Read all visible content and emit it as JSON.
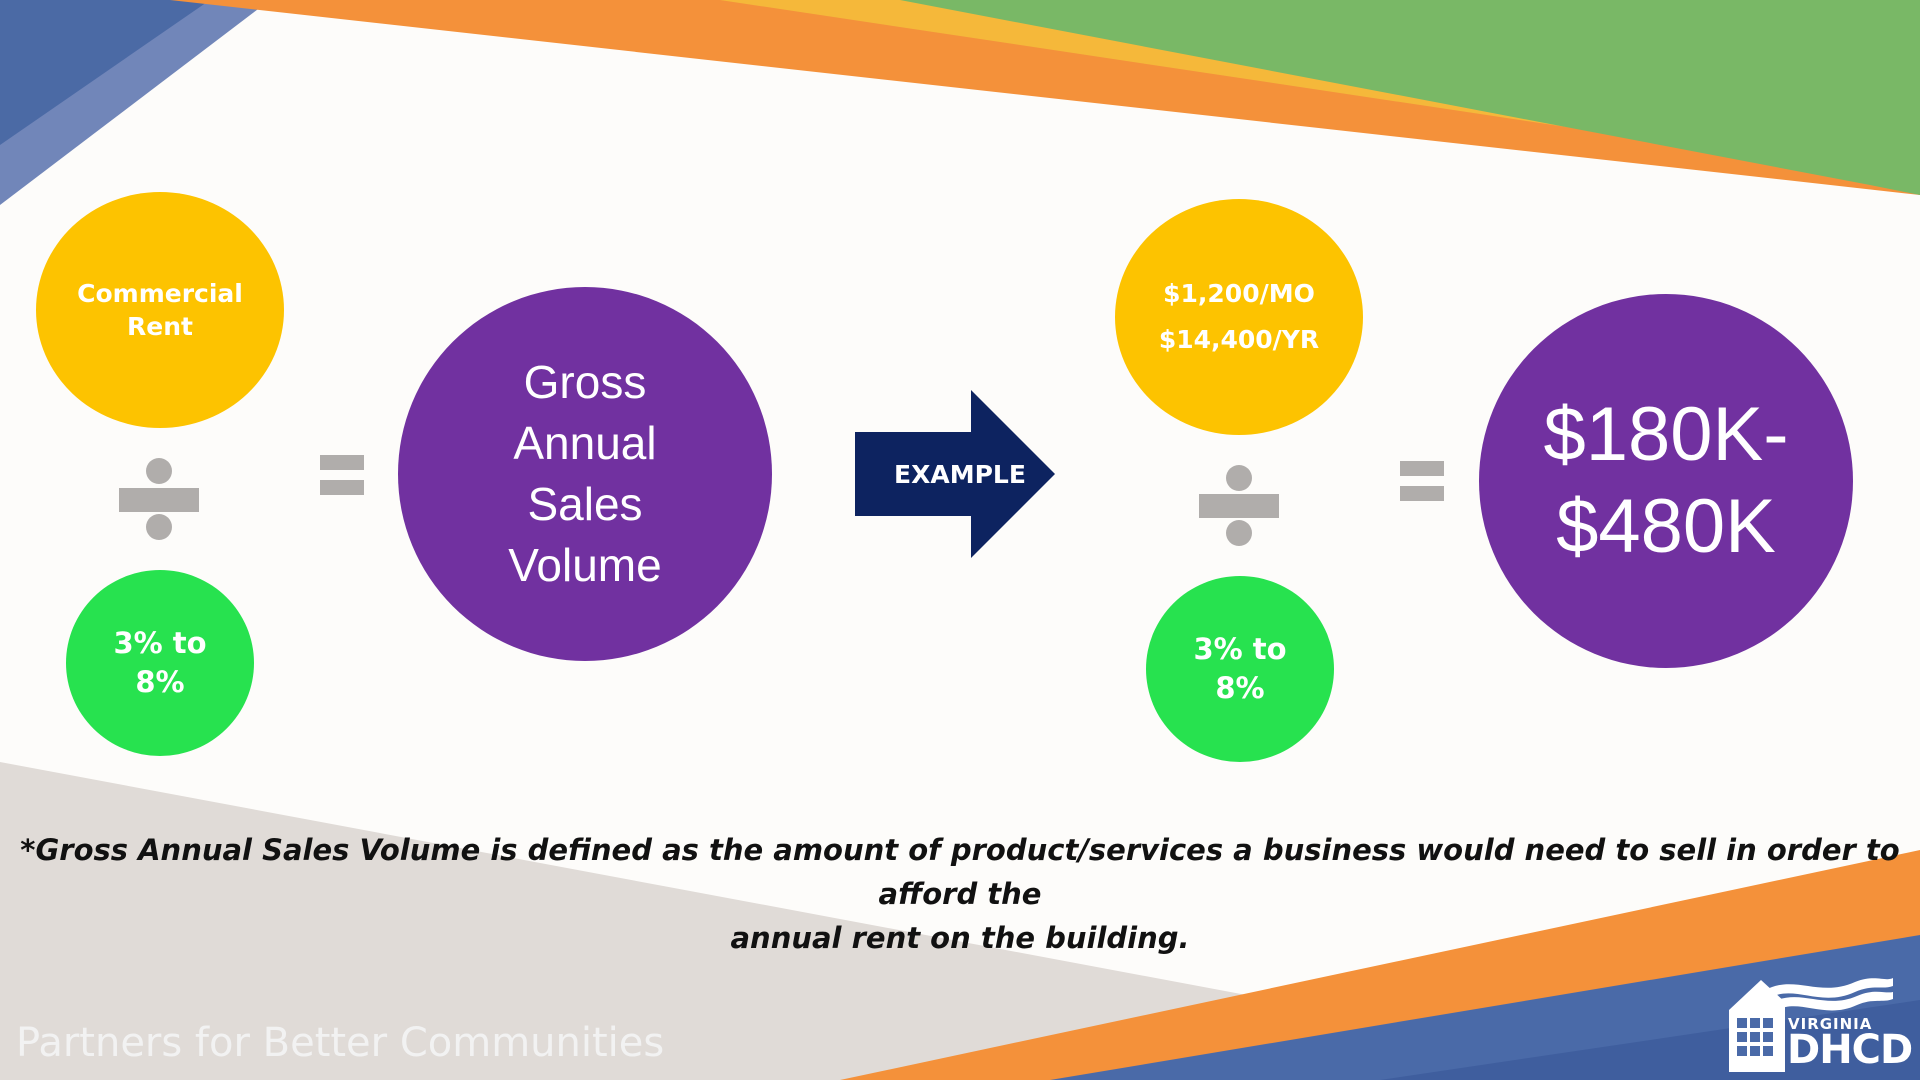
{
  "formula": {
    "rent_label": "Commercial Rent",
    "rent_line1": "Commercial",
    "rent_line2": "Rent",
    "percent_line1": "3% to",
    "percent_line2": "8%",
    "gross_line1": "Gross",
    "gross_line2": "Annual",
    "gross_line3": "Sales",
    "gross_line4": "Volume"
  },
  "arrow": {
    "label": "EXAMPLE"
  },
  "example": {
    "monthly": "$1,200/MO",
    "yearly": "$14,400/YR",
    "percent_line1": "3% to",
    "percent_line2": "8%",
    "result_line1": "$180K-",
    "result_line2": "$480K"
  },
  "footnote": {
    "line1": "*Gross Annual Sales Volume is defined as the amount of product/services a business would need to sell in order to afford the",
    "line2": "annual rent on the building."
  },
  "tagline": "Partners for Better Communities",
  "logo": {
    "sub": "VIRGINIA",
    "main": "DHCD"
  },
  "colors": {
    "yellow": "#fdc300",
    "green_circle": "#27e24f",
    "purple": "#7131a0",
    "arrow_navy": "#0d2360",
    "operator_gray": "#b0adab",
    "band_orange": "#f4913a",
    "band_green": "#79b866",
    "band_blue": "#4a6aa8",
    "band_gray": "#e0dbd7"
  }
}
